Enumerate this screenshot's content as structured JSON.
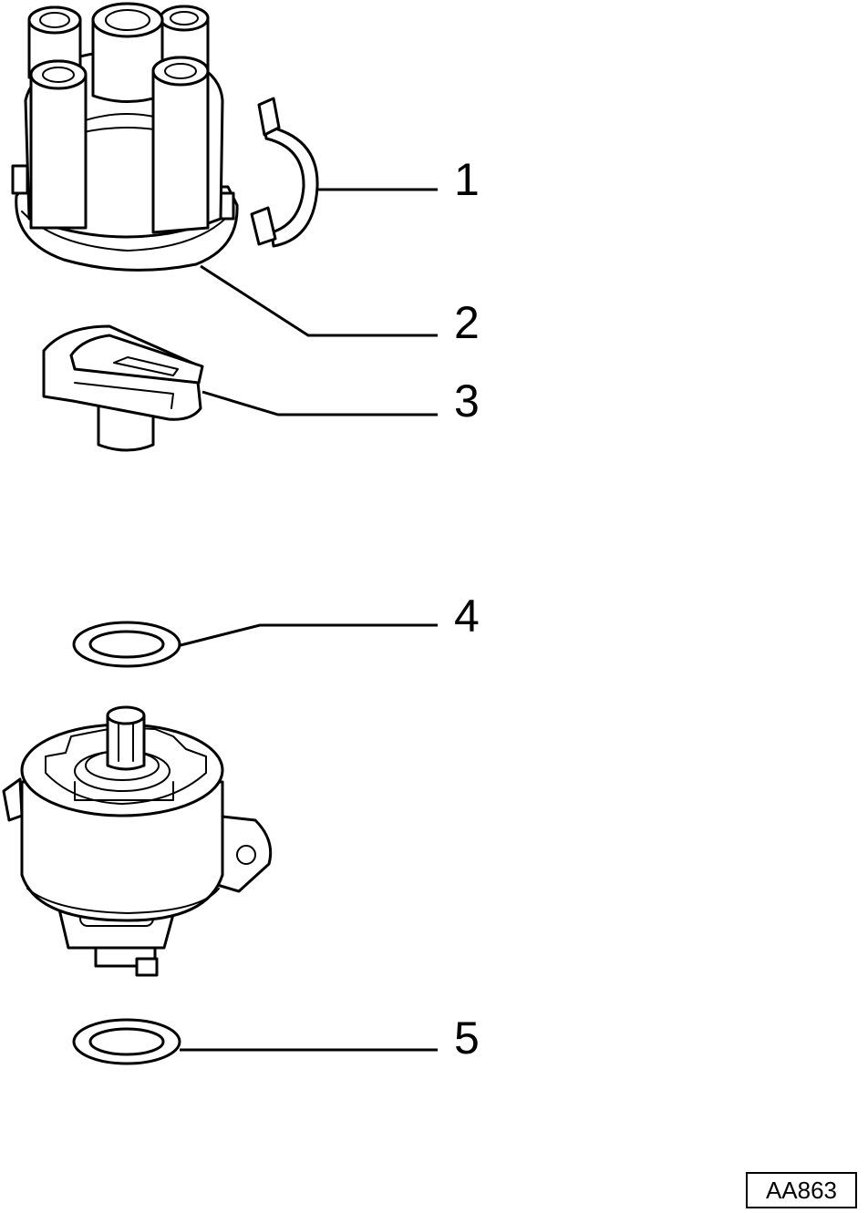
{
  "callouts": [
    {
      "id": 1,
      "label": "1"
    },
    {
      "id": 2,
      "label": "2"
    },
    {
      "id": 3,
      "label": "3"
    },
    {
      "id": 4,
      "label": "4"
    },
    {
      "id": 5,
      "label": "5"
    }
  ],
  "reference_code": "AA863"
}
